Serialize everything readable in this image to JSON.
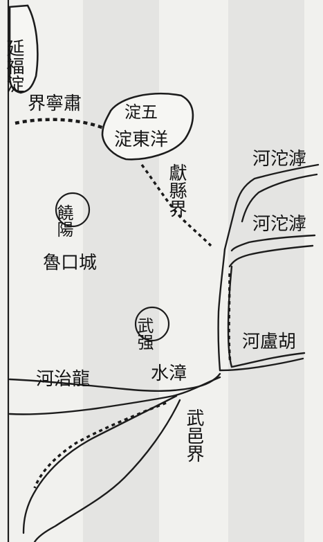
{
  "map": {
    "labels": {
      "yanfu_dian": "延福淀",
      "suning_border": "界寧肅",
      "wu_dian": "淀五",
      "yang_dongdian": "淀東洋",
      "xianxian_border": "獻縣界",
      "hutuo_upper": "河沱滹",
      "hutuo_lower": "河沱滹",
      "raoyang_city": "饒陽",
      "lukou_town": "魯口城",
      "wuqiang_city": "武强",
      "hulu_river": "河盧胡",
      "zhang_river": "水漳",
      "longzhi_river": "河治龍",
      "wuyi_border": "武邑界"
    }
  }
}
